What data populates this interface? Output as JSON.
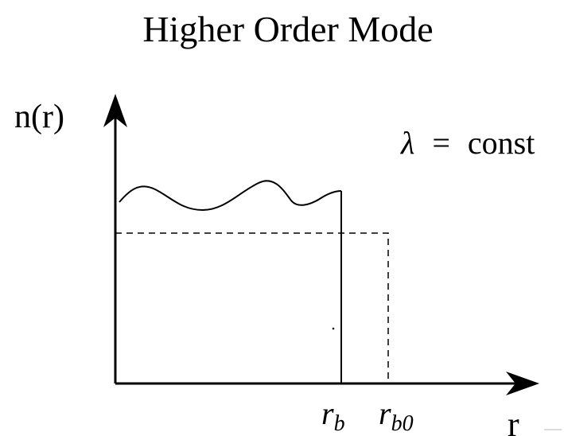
{
  "title": "Higher Order Mode",
  "y_axis_label": "n(r)",
  "x_axis_label": "r",
  "annotation": {
    "symbol": "λ",
    "equals": "=",
    "value": "const"
  },
  "markers": {
    "rb": {
      "base": "r",
      "subscript": "b"
    },
    "rb0": {
      "base": "r",
      "subscript": "b0"
    }
  },
  "colors": {
    "stroke": "#000000",
    "background": "#ffffff"
  }
}
